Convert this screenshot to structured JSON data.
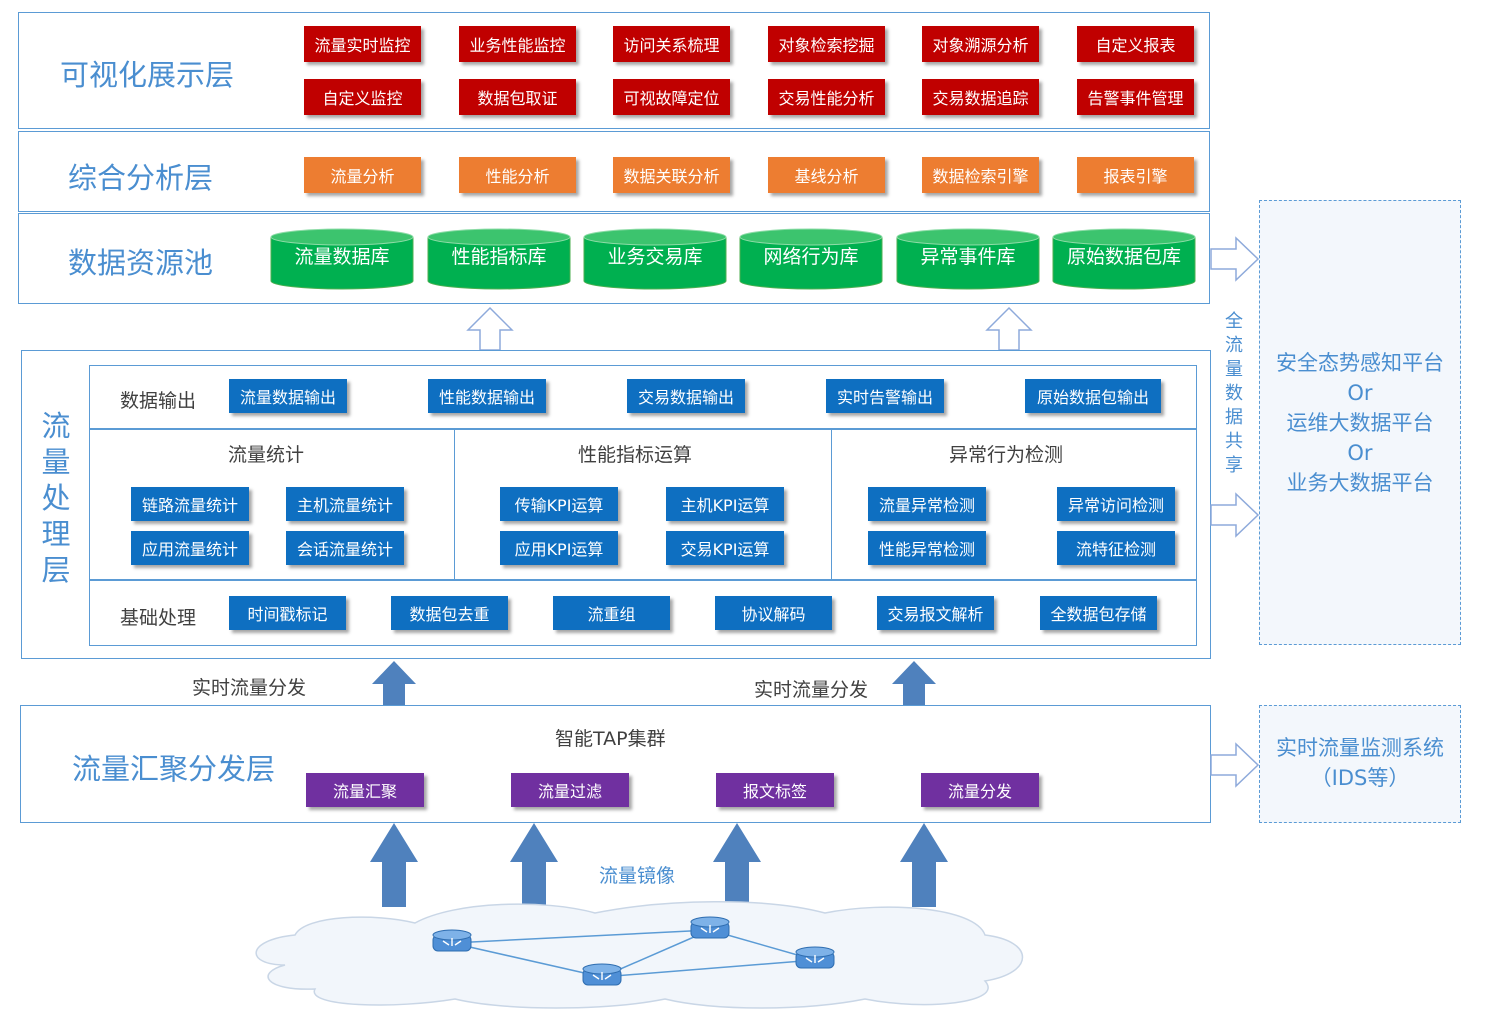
{
  "vis_layer": {
    "title": "可视化展示层",
    "row1": [
      "流量实时监控",
      "业务性能监控",
      "访问关系梳理",
      "对象检索挖掘",
      "对象溯源分析",
      "自定义报表"
    ],
    "row2": [
      "自定义监控",
      "数据包取证",
      "可视故障定位",
      "交易性能分析",
      "交易数据追踪",
      "告警事件管理"
    ]
  },
  "analysis_layer": {
    "title": "综合分析层",
    "items": [
      "流量分析",
      "性能分析",
      "数据关联分析",
      "基线分析",
      "数据检索引擎",
      "报表引擎"
    ]
  },
  "data_pool": {
    "title": "数据资源池",
    "items": [
      "流量数据库",
      "性能指标库",
      "业务交易库",
      "网络行为库",
      "异常事件库",
      "原始数据包库"
    ]
  },
  "processing_layer": {
    "title": "流量处理层",
    "output": {
      "label": "数据输出",
      "items": [
        "流量数据输出",
        "性能数据输出",
        "交易数据输出",
        "实时告警输出",
        "原始数据包输出"
      ]
    },
    "stats": {
      "label": "流量统计",
      "items": [
        "链路流量统计",
        "主机流量统计",
        "应用流量统计",
        "会话流量统计"
      ]
    },
    "perf": {
      "label": "性能指标运算",
      "items": [
        "传输KPI运算",
        "主机KPI运算",
        "应用KPI运算",
        "交易KPI运算"
      ]
    },
    "anomaly": {
      "label": "异常行为检测",
      "items": [
        "流量异常检测",
        "异常访问检测",
        "性能异常检测",
        "流特征检测"
      ]
    },
    "base": {
      "label": "基础处理",
      "items": [
        "时间戳标记",
        "数据包去重",
        "流重组",
        "协议解码",
        "交易报文解析",
        "全数据包存储"
      ]
    }
  },
  "realtime_labels": [
    "实时流量分发",
    "实时流量分发"
  ],
  "aggregation_layer": {
    "title": "流量汇聚分发层",
    "cluster": "智能TAP集群",
    "items": [
      "流量汇聚",
      "流量过滤",
      "报文标签",
      "流量分发"
    ]
  },
  "mirror_label": "流量镜像",
  "share_label": "全流量数据共享",
  "platforms": {
    "line1": "安全态势感知平台",
    "or1": "Or",
    "line2": "运维大数据平台",
    "or2": "Or",
    "line3": "业务大数据平台"
  },
  "ids": {
    "line1": "实时流量监测系统",
    "line2": "（IDS等）"
  },
  "colors": {
    "red": "#c00000",
    "orange": "#ed7d31",
    "blue": "#0e6fc1",
    "purple": "#7030a0",
    "green": "#00b050",
    "arrow": "#4f81bd",
    "border": "#5b9bd5"
  }
}
